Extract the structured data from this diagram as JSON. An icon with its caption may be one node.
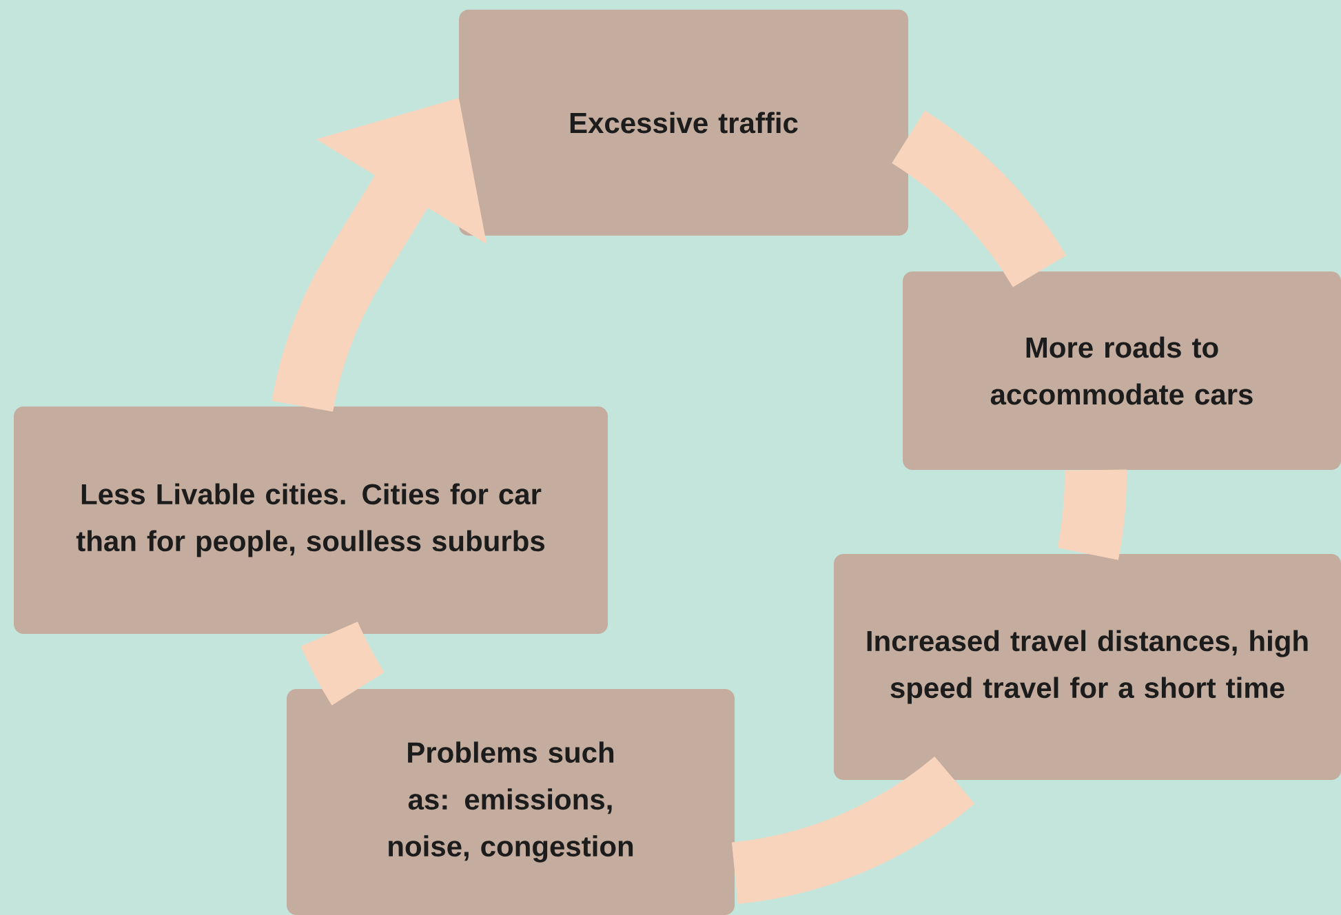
{
  "diagram": {
    "nodes": [
      {
        "text": [
          "Excessive traffic"
        ]
      },
      {
        "text": [
          "More roads to accommodate cars"
        ]
      },
      {
        "text": [
          "Increased travel distances, high speed travel for a short time"
        ]
      },
      {
        "text": [
          "Problems such as: emissions, noise, congestion"
        ]
      },
      {
        "text": [
          "Less Livable cities. Cities for car than for people, soulless suburbs"
        ]
      }
    ],
    "edges": [
      {
        "from": 0,
        "to": 1,
        "arrow": "none"
      },
      {
        "from": 1,
        "to": 2,
        "arrow": "none"
      },
      {
        "from": 2,
        "to": 3,
        "arrow": "none"
      },
      {
        "from": 3,
        "to": 4,
        "arrow": "none"
      },
      {
        "from": 4,
        "to": 0,
        "arrow": "to"
      }
    ]
  }
}
